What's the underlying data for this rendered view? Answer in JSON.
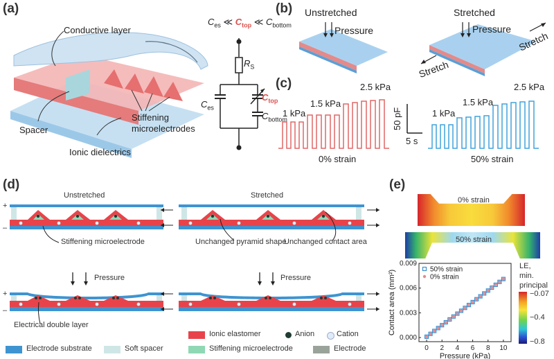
{
  "panels": {
    "a": "(a)",
    "b": "(b)",
    "c": "(c)",
    "d": "(d)",
    "e": "(e)"
  },
  "a": {
    "conductive_layer": "Conductive layer",
    "spacer": "Spacer",
    "ionic_dielectrics": "Ionic dielectrics",
    "stiffening_line1": "Stiffening",
    "stiffening_line2": "microelectrodes",
    "circuit": {
      "c_es": "C",
      "c_es_sub": "es",
      "ll1": "≪",
      "c_top": "C",
      "c_top_sub": "top",
      "ll2": "≪",
      "c_bottom": "C",
      "c_bottom_sub": "bottom",
      "rs": "R",
      "rs_sub": "S",
      "ces_label": "C",
      "ces_label_sub": "es",
      "ctop_label": "C",
      "ctop_label_sub": "top",
      "cbottom_label": "C",
      "cbottom_label_sub": "bottom"
    }
  },
  "b": {
    "unstretched": "Unstretched",
    "stretched": "Stretched",
    "pressure1": "Pressure",
    "pressure2": "Pressure",
    "stretch_left": "Stretch",
    "stretch_right": "Stretch"
  },
  "c": {
    "left": {
      "p1": "1 kPa",
      "p2": "1.5 kPa",
      "p3": "2.5 kPa",
      "strain": "0% strain"
    },
    "right": {
      "p1": "1 kPa",
      "p2": "1.5 kPa",
      "p3": "2.5 kPa",
      "strain": "50% strain"
    },
    "scale_pf": "50 pF",
    "scale_s": "5 s",
    "colors": {
      "left": "#e06666",
      "right": "#3fa2dc"
    }
  },
  "d": {
    "unstretched": "Unstretched",
    "stretched": "Stretched",
    "stiffening": "Stiffening microelectrode",
    "unchanged_pyramid": "Unchanged pyramid shape",
    "unchanged_contact": "Unchanged contact area",
    "pressure_left": "Pressure",
    "pressure_right": "Pressure",
    "edl": "Electrical double layer",
    "plus": "+",
    "minus": "–"
  },
  "legend": {
    "ionic_elastomer": "Ionic elastomer",
    "anion": "Anion",
    "cation": "Cation",
    "electrode_substrate": "Electrode substrate",
    "soft_spacer": "Soft spacer",
    "stiffening_microelectrode": "Stiffening microelectrode",
    "electrode": "Electrode",
    "colors": {
      "ionic": "#e8434a",
      "substrate": "#3e94d1",
      "spacer": "#cfe6e6",
      "stiff": "#8fd8b4",
      "electrode": "#9aa39a",
      "anion": "#1f3d34",
      "cation": "#ddeefa"
    }
  },
  "e": {
    "fem_top": "0% strain",
    "fem_bottom": "50% strain",
    "colorbar_title1": "LE,",
    "colorbar_title2": "min.",
    "colorbar_title3": "principal",
    "colorbar_ticks": [
      "−0.07",
      "−0.4",
      "−0.8"
    ],
    "chart_data": {
      "type": "scatter",
      "xlabel": "Pressure (kPa)",
      "ylabel": "Contact area (mm²)",
      "xlim": [
        -1,
        11
      ],
      "ylim": [
        -0.0005,
        0.009
      ],
      "xticks": [
        0,
        2,
        4,
        6,
        8,
        10
      ],
      "yticks": [
        0.0,
        0.003,
        0.006,
        0.009
      ],
      "ytick_labels": [
        "0.000",
        "0.003",
        "0.006",
        "0.009"
      ],
      "legend_position": "top-left",
      "series": [
        {
          "name": "50% strain",
          "color": "#3a8fd0",
          "marker": "square-open",
          "x": [
            0,
            0.5,
            1,
            1.5,
            2,
            2.5,
            3,
            3.5,
            4,
            4.5,
            5,
            5.5,
            6,
            6.5,
            7,
            7.5,
            8,
            8.5,
            9,
            9.5,
            10
          ],
          "y": [
            0.0001,
            0.00045,
            0.0008,
            0.00115,
            0.0015,
            0.00185,
            0.0022,
            0.00255,
            0.0029,
            0.00325,
            0.0036,
            0.00395,
            0.0043,
            0.00465,
            0.005,
            0.00535,
            0.0057,
            0.00605,
            0.0064,
            0.00675,
            0.0071
          ]
        },
        {
          "name": "0% strain",
          "color": "#e88a8a",
          "marker": "circle",
          "x": [
            0,
            0.5,
            1,
            1.5,
            2,
            2.5,
            3,
            3.5,
            4,
            4.5,
            5,
            5.5,
            6,
            6.5,
            7,
            7.5,
            8,
            8.5,
            9,
            9.5,
            10
          ],
          "y": [
            0.0001,
            0.00045,
            0.0008,
            0.00115,
            0.0015,
            0.00185,
            0.0022,
            0.00255,
            0.0029,
            0.00325,
            0.0036,
            0.00395,
            0.0043,
            0.00465,
            0.005,
            0.00535,
            0.0057,
            0.00605,
            0.0064,
            0.00675,
            0.0071
          ]
        }
      ]
    }
  }
}
